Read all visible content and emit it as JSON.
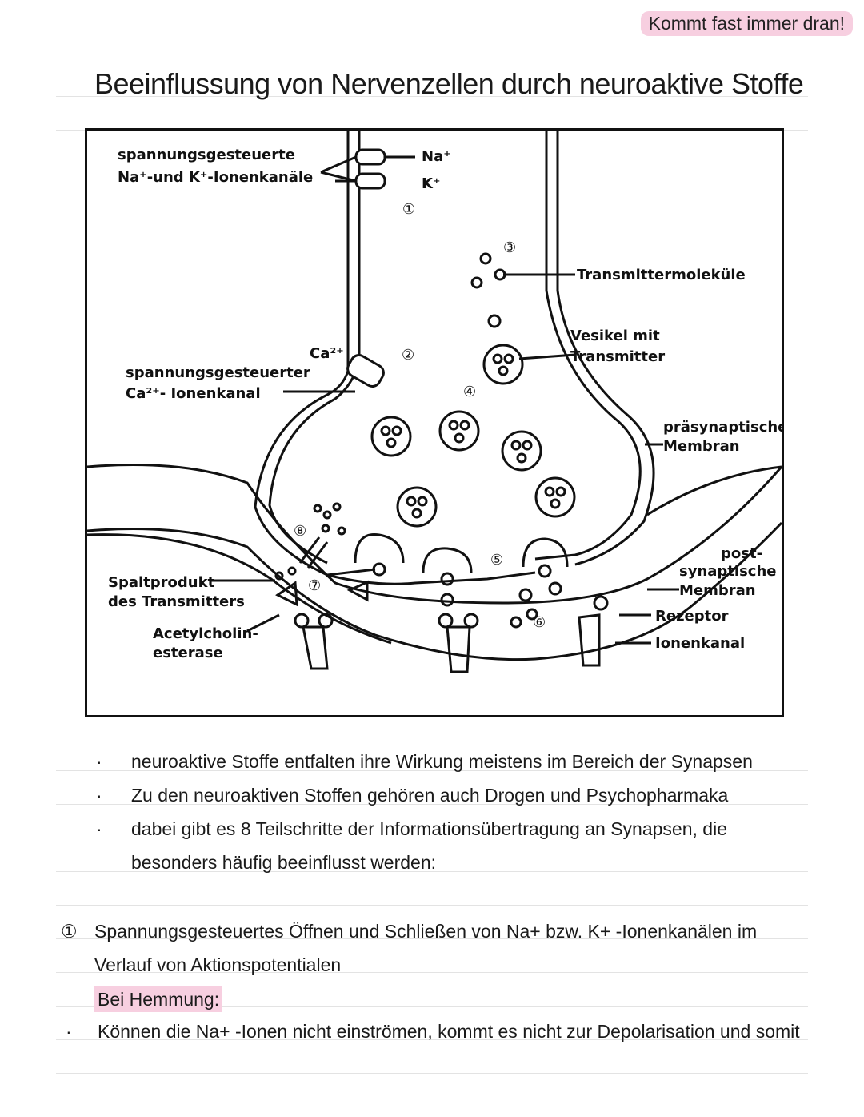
{
  "tag": "Kommt fast immer dran!",
  "title": "Beeinflussung von Nervenzellen durch neuroaktive Stoffe",
  "diagram": {
    "labels": {
      "na_k_channels_1": "spannungsgesteuerte",
      "na_k_channels_2": "Na⁺-und K⁺-Ionenkanäle",
      "na": "Na⁺",
      "k": "K⁺",
      "transmitter_molecules": "Transmittermoleküle",
      "vesicle_1": "Vesikel mit",
      "vesicle_2": "Transmitter",
      "ca": "Ca²⁺",
      "ca_channel_1": "spannungsgesteuerter",
      "ca_channel_2": "Ca²⁺- Ionenkanal",
      "presyn_1": "präsynaptische",
      "presyn_2": "Membran",
      "postsyn_1": "post-",
      "postsyn_2": "synaptische",
      "postsyn_3": "Membran",
      "cleavage_1": "Spaltprodukt",
      "cleavage_2": "des Transmitters",
      "ache_1": "Acetylcholin-",
      "ache_2": "esterase",
      "receptor": "Rezeptor",
      "ion_channel": "Ionenkanal"
    },
    "numbers": [
      "①",
      "②",
      "③",
      "④",
      "⑤",
      "⑥",
      "⑦",
      "⑧"
    ]
  },
  "bullets": [
    "neuroaktive Stoffe entfalten ihre Wirkung meistens im Bereich der Synapsen",
    "Zu den neuroaktiven Stoffen gehören auch Drogen und Psychopharmaka",
    "dabei gibt es 8 Teilschritte der Informationsübertragung an Synapsen, die besonders häufig beeinflusst werden:"
  ],
  "bullet_symbol": "·",
  "step1": {
    "number": "①",
    "text": "Spannungsgesteuertes Öffnen und Schließen von Na+ bzw. K+ -Ionenkanälen im Verlauf von Aktionspotentialen"
  },
  "highlight": "Bei Hemmung:",
  "last_line": "Können die Na+ -Ionen nicht einströmen, kommt es nicht zur Depolarisation und somit",
  "colors": {
    "highlight": "#f7cfe0",
    "ink": "#111111",
    "rule": "#e3e3e3"
  }
}
